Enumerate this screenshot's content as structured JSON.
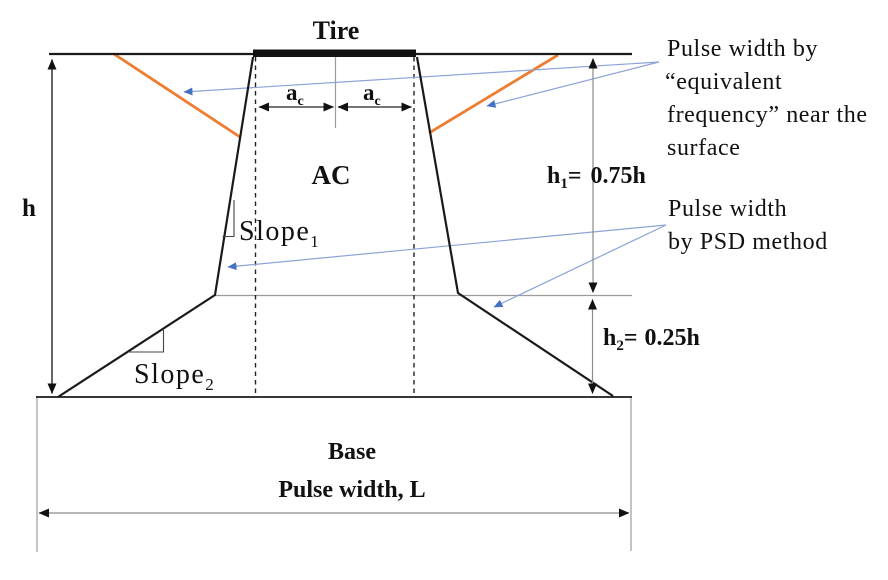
{
  "diagram": {
    "labels": {
      "tire": "Tire",
      "ac_layer": "AC",
      "base_layer": "Base",
      "h": "h",
      "contact_radius_base": "a",
      "contact_radius_sub": "c",
      "slope_word": "Slope",
      "slope1_sub": "1",
      "slope2_sub": "2",
      "h1_base": "h",
      "h1_sub": "1",
      "h1_eq": "=",
      "h1_value": "0.75h",
      "h2_base": "h",
      "h2_sub": "2",
      "h2_eq": "=",
      "h2_value": "0.25h",
      "pulse_width": "Pulse width, L"
    },
    "annotations": {
      "equivalent_frequency": {
        "lines": [
          "Pulse width by",
          "“equivalent",
          "frequency” near the",
          "surface"
        ]
      },
      "psd": {
        "lines": [
          "Pulse width",
          "by PSD method"
        ]
      }
    },
    "colors": {
      "structure": "#1a1a1a",
      "load_spread_orange": "#ED7D31",
      "leader_line_blue": "#8CA3D8",
      "leader_arrow_blue": "#4472C4",
      "guide_gray": "#9b9b9b"
    }
  }
}
